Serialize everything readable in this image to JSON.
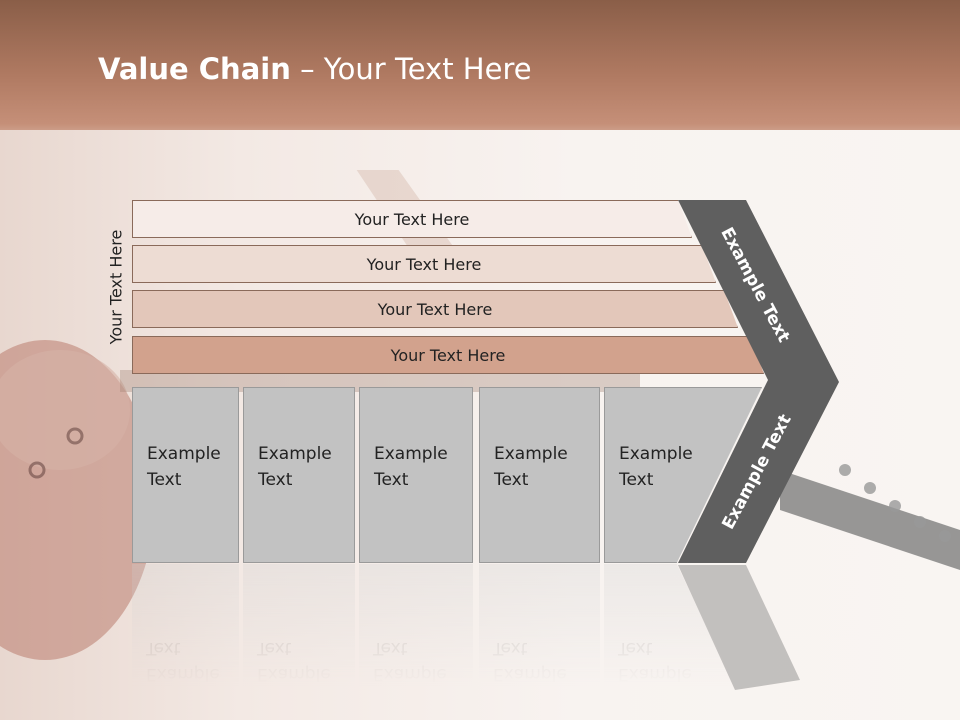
{
  "title": {
    "bold": "Value Chain",
    "rest": " – Your Text Here"
  },
  "side_label": "Your Text Here",
  "bars": [
    {
      "label": "Your Text Here",
      "color": "#f6ece8"
    },
    {
      "label": "Your Text Here",
      "color": "#eddcd3"
    },
    {
      "label": "Your Text Here",
      "color": "#e3c7ba"
    },
    {
      "label": "Your Text Here",
      "color": "#d2a28d"
    }
  ],
  "boxes": [
    {
      "line1": "Example",
      "line2": "Text"
    },
    {
      "line1": "Example",
      "line2": "Text"
    },
    {
      "line1": "Example",
      "line2": "Text"
    },
    {
      "line1": "Example",
      "line2": "Text"
    },
    {
      "line1": "Example",
      "line2": "Text"
    }
  ],
  "chevrons": {
    "top_label": "Example Text",
    "bottom_label": "Example Text",
    "fill": "#5f5f5f"
  }
}
